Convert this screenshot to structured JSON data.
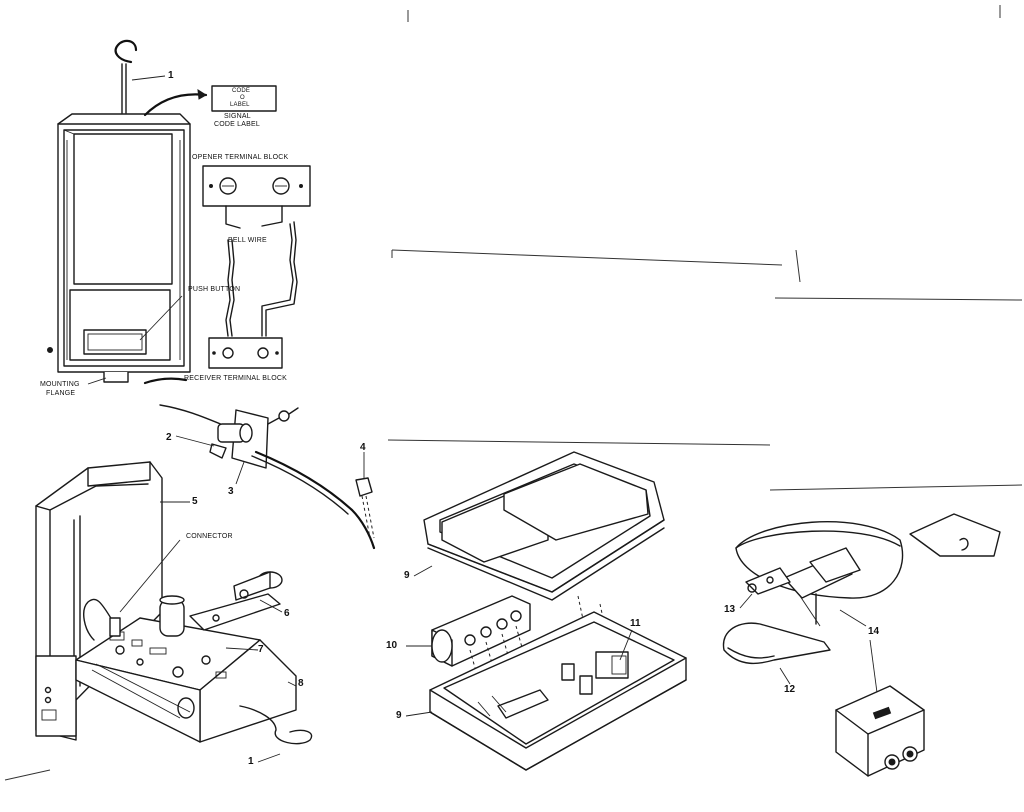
{
  "labels": {
    "code_label_line1": "CODE",
    "code_label_line2": "O",
    "code_label_line3": "LABEL",
    "signal_code_label_line1": "SIGNAL",
    "signal_code_label_line2": "CODE LABEL",
    "opener_terminal_block": "OPENER TERMINAL BLOCK",
    "bell_wire": "BELL WIRE",
    "push_button": "PUSH BUTTON",
    "receiver_terminal_block": "RECEIVER TERMINAL BLOCK",
    "mounting_flange_line1": "MOUNTING",
    "mounting_flange_line2": "FLANGE",
    "connector": "CONNECTOR"
  },
  "part_numbers": {
    "n1_top": "1",
    "n1_bottom": "1",
    "n2": "2",
    "n3": "3",
    "n4": "4",
    "n5": "5",
    "n6": "6",
    "n7": "7",
    "n8": "8",
    "n9_top": "9",
    "n9_bottom": "9",
    "n10": "10",
    "n11": "11",
    "n12": "12",
    "n13": "13",
    "n14": "14"
  },
  "colors": {
    "ink": "#1a1a1a",
    "paper": "#ffffff"
  }
}
